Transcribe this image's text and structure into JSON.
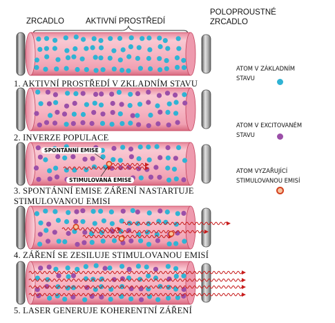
{
  "labels": {
    "mirror": "ZRCADLO",
    "active_medium": "AKTIVNÍ PROSTŘEDÍ",
    "semi_mirror_line1": "POLOPROUSTNÉ",
    "semi_mirror_line2": "ZRCADLO"
  },
  "steps": [
    {
      "caption_lines": [
        "1. AKTIVNÍ PROSTŘEDÍ V ZKLADNÍM STAVU"
      ]
    },
    {
      "caption_lines": [
        "2. INVERZE POPULACE"
      ]
    },
    {
      "caption_lines": [
        "3. SPONTÁNNÍ EMISE ZÁŘENÍ NASTARTUJE",
        "STIMULOVANOU EMISI"
      ]
    },
    {
      "caption_lines": [
        "4. ZÁŘENÍ SE ZESILUJE STIMULOVANOU EMISÍ"
      ]
    },
    {
      "caption_lines": [
        "5. LASER GENERUJE KOHERENTNÍ ZÁŘENÍ"
      ]
    }
  ],
  "annotations": {
    "spontaneous": "SPONTÁNNÍ EMISE",
    "stimulated": "STIMULOVANÁ EMISE"
  },
  "legend": [
    {
      "line1": "ATOM V ZÁKLADNÍM",
      "line2": "STAVU",
      "kind": "ground"
    },
    {
      "line1": "ATOM V EXCITOVANÉM",
      "line2": "STAVU",
      "kind": "excited"
    },
    {
      "line1": "ATOM VYZAŘUJÍCÍ",
      "line2": "STIMULOVANOU EMISÍ",
      "kind": "emitting"
    }
  ],
  "colors": {
    "ground_atom": "#2fb3d4",
    "excited_atom": "#9b4fa8",
    "emitting_fill": "#f6c4a0",
    "emitting_ring": "#d4401e",
    "tube_fill": "#f6b8c4",
    "tube_edge": "#c2405a",
    "wave": "#c81e1e"
  }
}
